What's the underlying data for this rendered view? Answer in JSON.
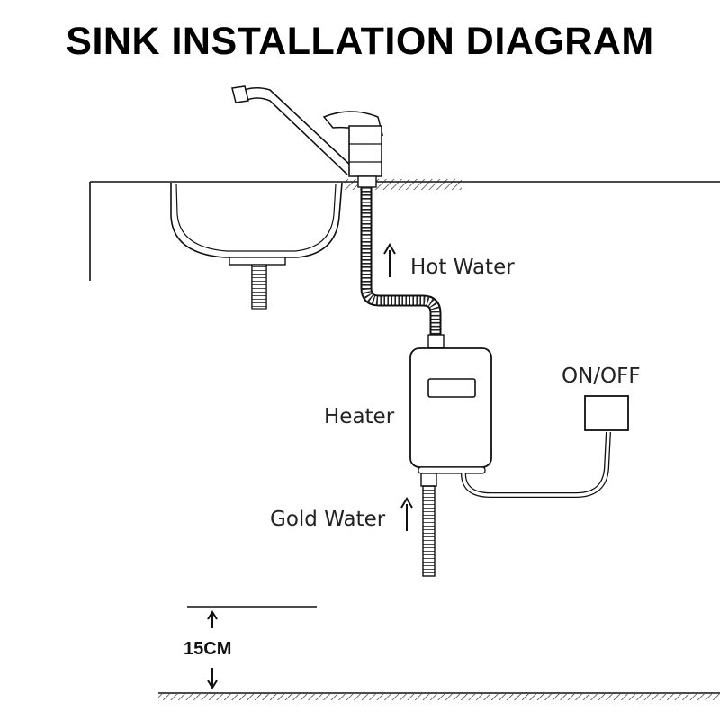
{
  "title": "SINK INSTALLATION DIAGRAM",
  "labels": {
    "hot_water": "Hot Water",
    "heater": "Heater",
    "on_off": "ON/OFF",
    "cold_water": "Gold Water",
    "distance": "15CM"
  },
  "colors": {
    "line": "#111111",
    "hose": "#2a2a2a"
  }
}
